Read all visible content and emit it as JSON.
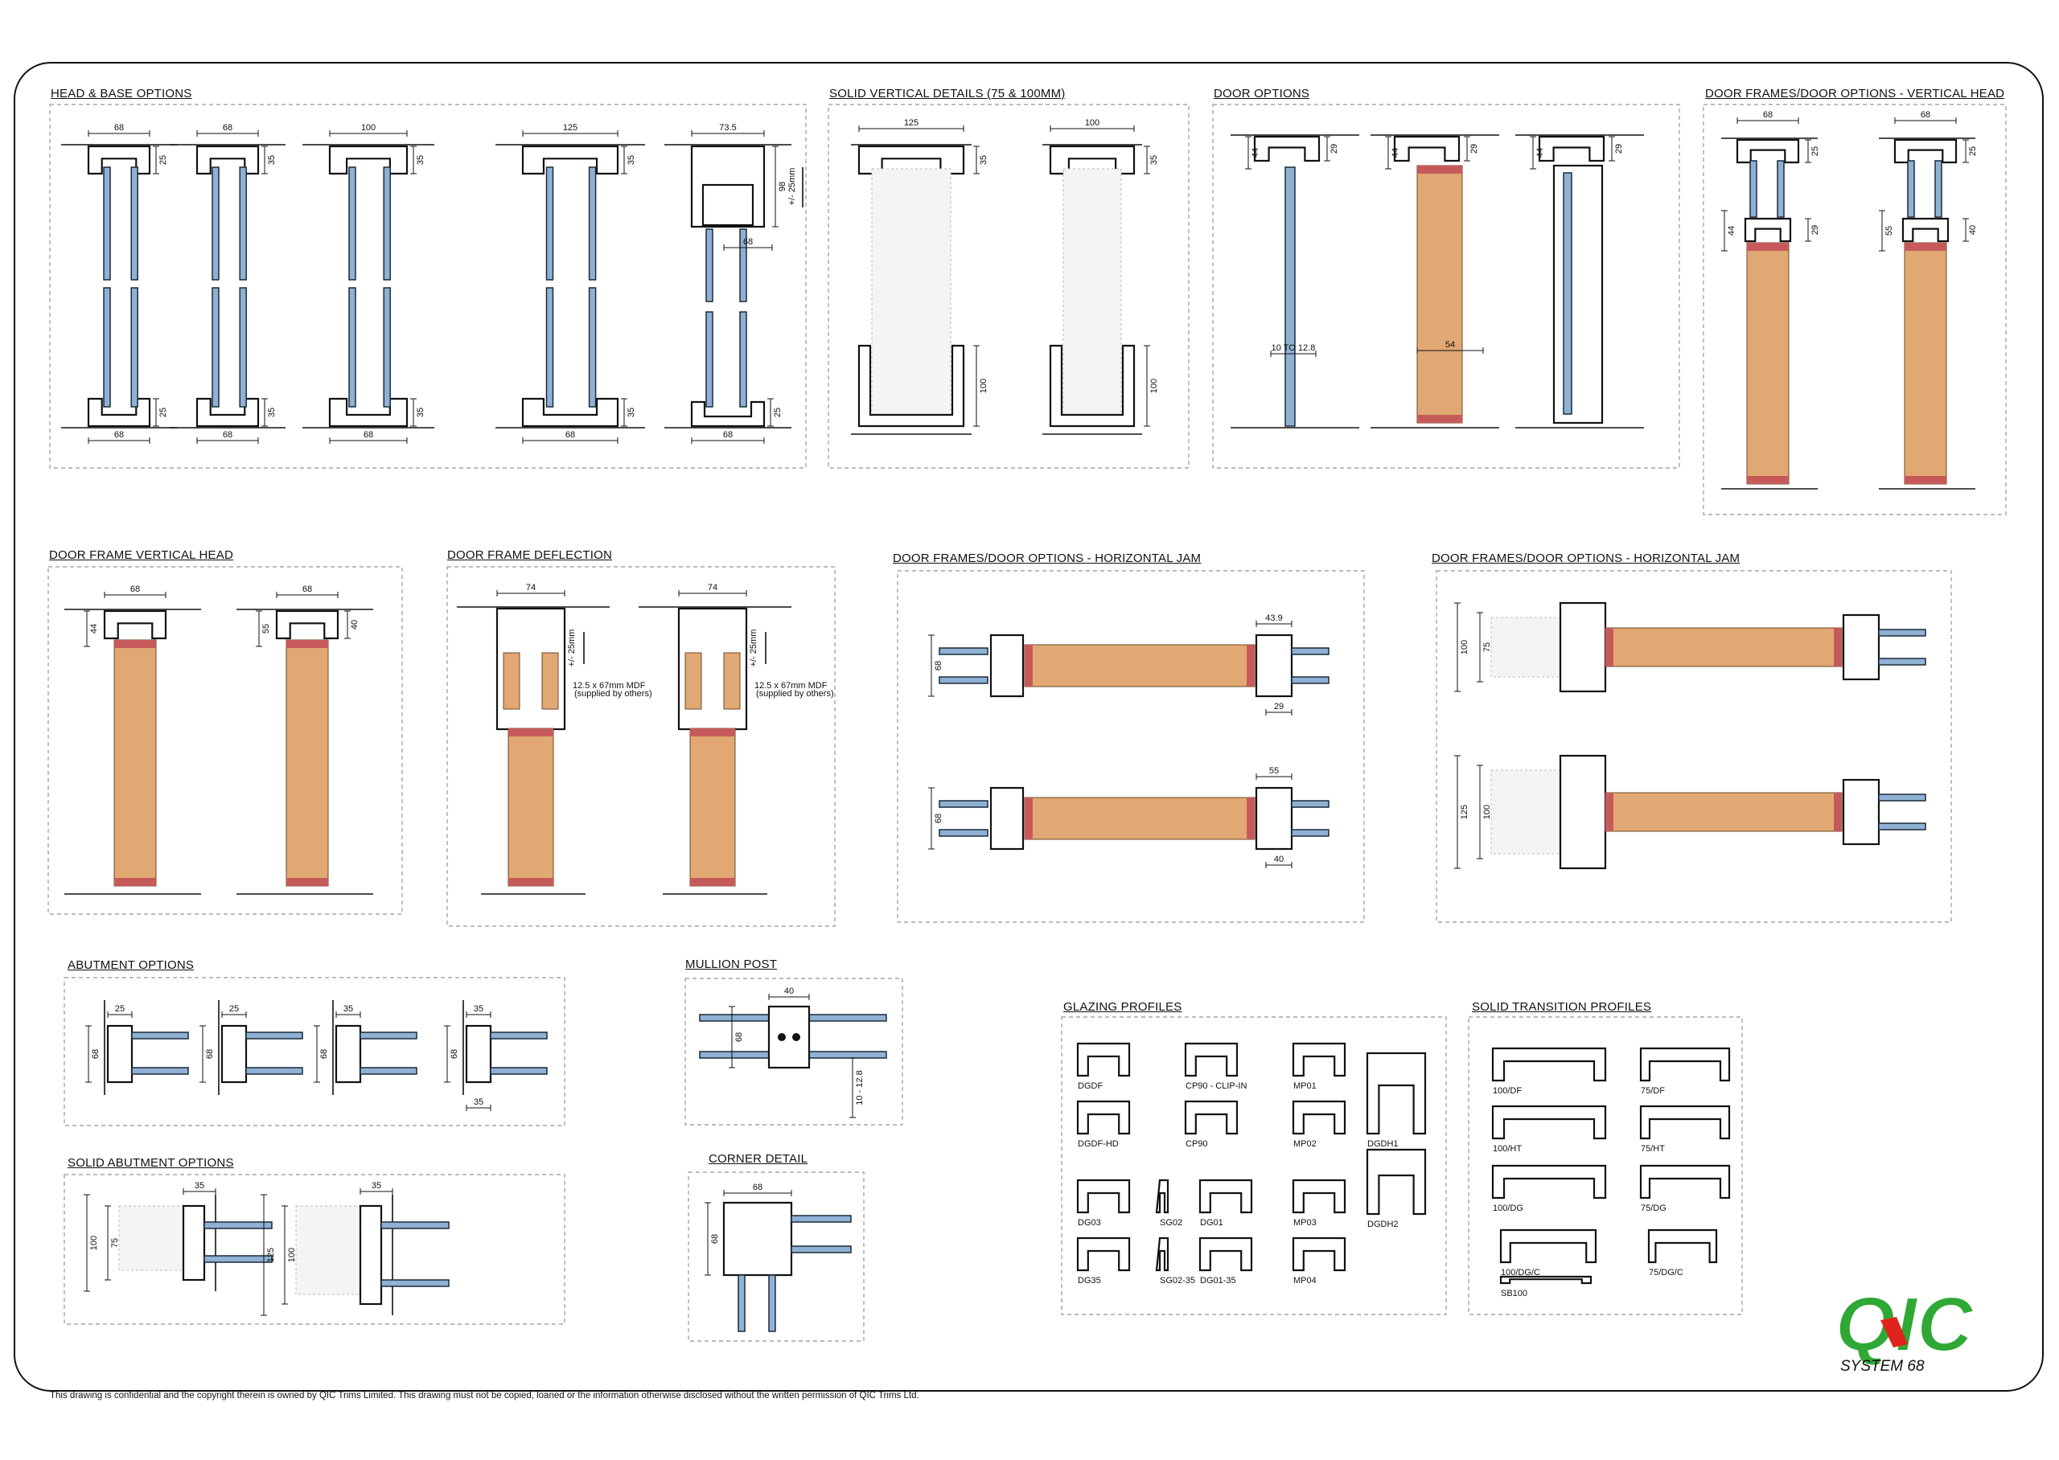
{
  "panels": {
    "head_base": {
      "title": "HEAD & BASE OPTIONS",
      "top_dims": [
        "68",
        "68",
        "100",
        "125",
        "73.5"
      ],
      "bottom_dims": [
        "68",
        "68",
        "68",
        "68",
        "68"
      ],
      "v_top": [
        "25",
        "35",
        "35",
        "35",
        "98"
      ],
      "v_bottom": [
        "25",
        "35",
        "35",
        "35",
        "25"
      ],
      "extra_68": "68",
      "tolerance": "+/- 25mm"
    },
    "solid_vertical": {
      "title": "SOLID VERTICAL DETAILS (75 & 100MM)",
      "top_dims": [
        "125",
        "100"
      ],
      "v_top": [
        "35",
        "35"
      ],
      "v_bottom": [
        "100",
        "100"
      ]
    },
    "door_options": {
      "title": "DOOR OPTIONS",
      "dim_44": "44",
      "dim_29": "29",
      "glass_note": "10 TO 12.8",
      "door_54": "54"
    },
    "door_frames_vhead": {
      "title": "DOOR FRAMES/DOOR OPTIONS - VERTICAL HEAD",
      "dims": [
        "68",
        "25",
        "44",
        "29",
        "68",
        "25",
        "55",
        "40"
      ]
    },
    "door_frame_vhead": {
      "title": "DOOR FRAME VERTICAL HEAD",
      "dims": [
        "68",
        "44",
        "68",
        "55",
        "40"
      ]
    },
    "door_frame_deflection": {
      "title": "DOOR FRAME DEFLECTION",
      "dims": [
        "74",
        "74"
      ],
      "tolerance": "+/- 25mm",
      "mdf_note_1": "12.5 x 67mm MDF",
      "mdf_note_2": "(supplied by others)"
    },
    "horizontal_jam_1": {
      "title": "DOOR FRAMES/DOOR OPTIONS - HORIZONTAL JAM",
      "dims": [
        "68",
        "43.9",
        "29",
        "68",
        "55",
        "40"
      ]
    },
    "horizontal_jam_2": {
      "title": "DOOR FRAMES/DOOR OPTIONS - HORIZONTAL JAM",
      "dims": [
        "100",
        "75",
        "125",
        "100"
      ]
    },
    "abutment": {
      "title": "ABUTMENT OPTIONS",
      "dims_top": [
        "25",
        "25",
        "35",
        "35"
      ],
      "dims_side": [
        "68",
        "68",
        "68",
        "68"
      ],
      "dim_bottom": "35"
    },
    "mullion": {
      "title": "MULLION POST",
      "dims": [
        "40",
        "68",
        "10 - 12.8"
      ]
    },
    "solid_abutment": {
      "title": "SOLID ABUTMENT OPTIONS",
      "dims": [
        "35",
        "100",
        "75",
        "35",
        "125",
        "100"
      ]
    },
    "corner": {
      "title": "CORNER DETAIL",
      "dims": [
        "68",
        "68"
      ]
    },
    "glazing": {
      "title": "GLAZING PROFILES",
      "labels": [
        "DGDF",
        "CP90 - CLIP-IN",
        "MP01",
        "DGDF-HD",
        "CP90",
        "MP02",
        "DGDH1",
        "DG03",
        "SG02",
        "DG01",
        "MP03",
        "DGDH2",
        "DG35",
        "SG02-35",
        "DG01-35",
        "MP04"
      ]
    },
    "solid_transition": {
      "title": "SOLID TRANSITION PROFILES",
      "labels": [
        "100/DF",
        "75/DF",
        "100/HT",
        "75/HT",
        "100/DG",
        "75/DG",
        "100/DG/C",
        "75/DG/C",
        "SB100"
      ]
    }
  },
  "logo": {
    "text": "QIC",
    "system": "SYSTEM 68",
    "color": "#2fa836",
    "accent": "#e0241b"
  },
  "footer": "This drawing is confidential and the copyright therein is owned by QIC Trims Limited.  This drawing must not be copied, loaned or the information otherwise disclosed without the written permission of QIC Trims Ltd.",
  "colors": {
    "glass": "#8fb1d4",
    "door": "#e1a873",
    "door_edge": "#c65a5a",
    "line": "#111111",
    "dash": "#9a9a9a"
  }
}
